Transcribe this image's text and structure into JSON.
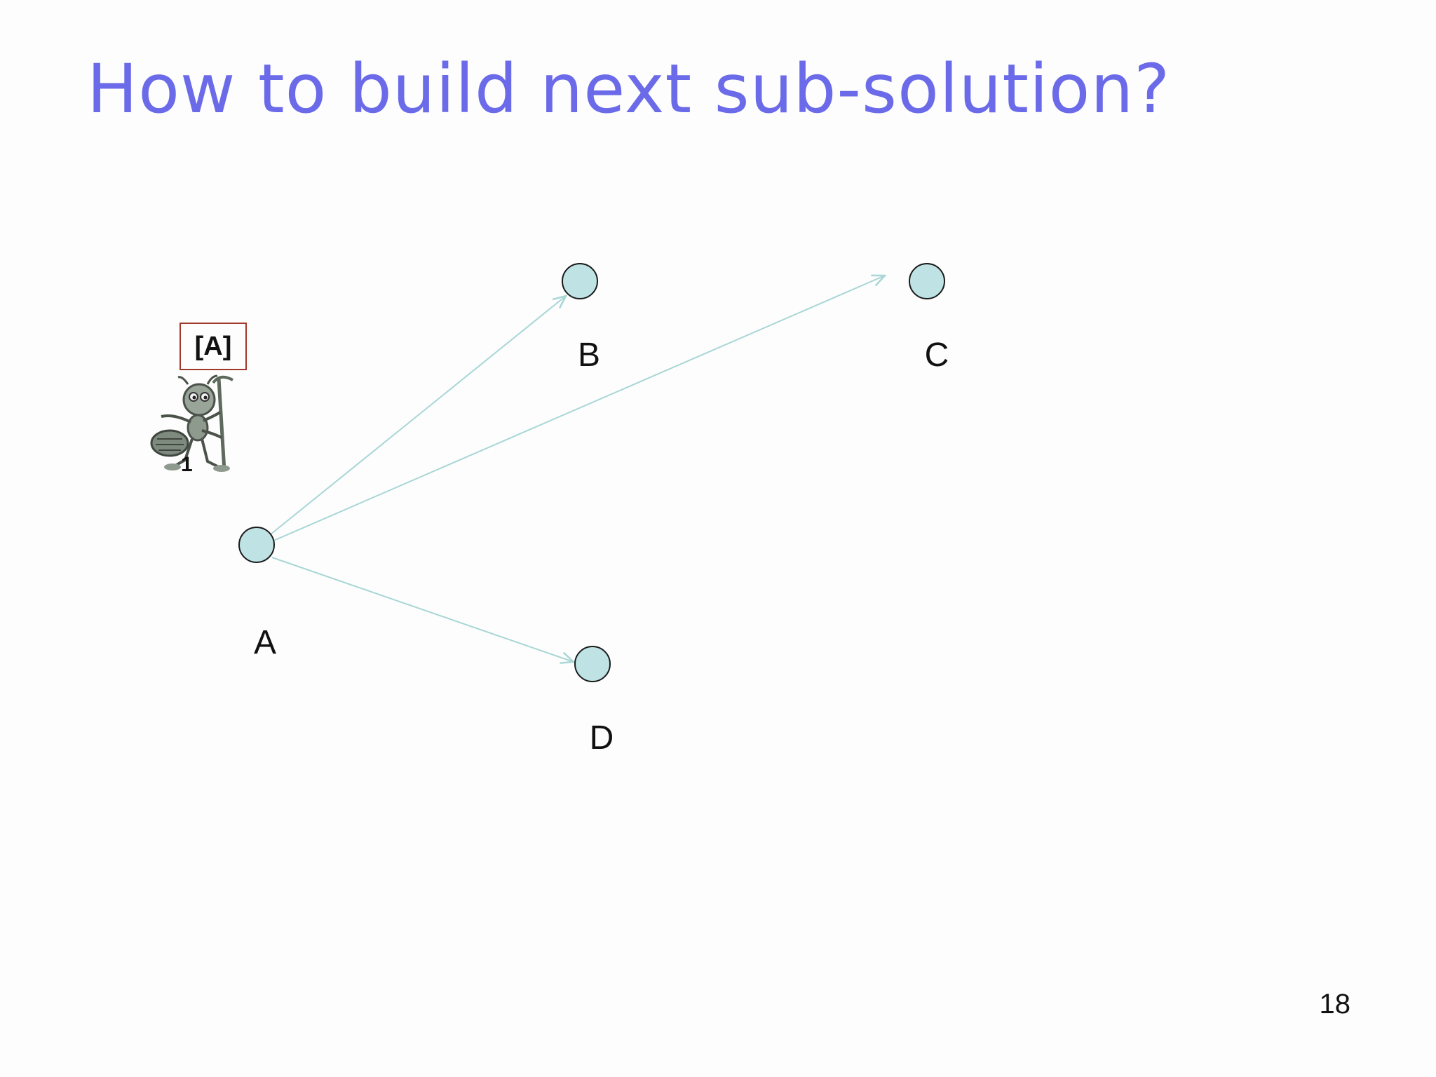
{
  "slide": {
    "title": "How to build next sub-solution?",
    "page_number": "18"
  },
  "ant": {
    "tour_label": "[A]",
    "number": "1",
    "icon": "ant-with-staff-icon"
  },
  "graph": {
    "nodes": [
      {
        "id": "A",
        "label": "A"
      },
      {
        "id": "B",
        "label": "B"
      },
      {
        "id": "C",
        "label": "C"
      },
      {
        "id": "D",
        "label": "D"
      }
    ],
    "edges": [
      {
        "from": "A",
        "to": "B"
      },
      {
        "from": "A",
        "to": "C"
      },
      {
        "from": "A",
        "to": "D"
      }
    ]
  },
  "colors": {
    "title": "#6b6bea",
    "node_fill": "#bfe3e5",
    "node_stroke": "#1a1a1a",
    "edge": "#a9d6d6",
    "tag_border": "#a0392a"
  }
}
